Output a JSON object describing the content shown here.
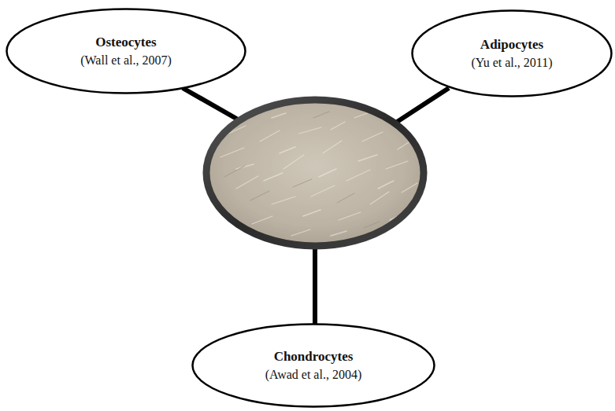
{
  "diagram": {
    "nodes": [
      {
        "text": [
          "Osteocytes",
          "(Wall et al., 2007)"
        ]
      },
      {
        "text": [
          "Adipocytes",
          "(Yu et al., 2011)"
        ]
      },
      {
        "text": [
          "Chondrocytes",
          "(Awad et al., 2004)"
        ]
      }
    ]
  }
}
